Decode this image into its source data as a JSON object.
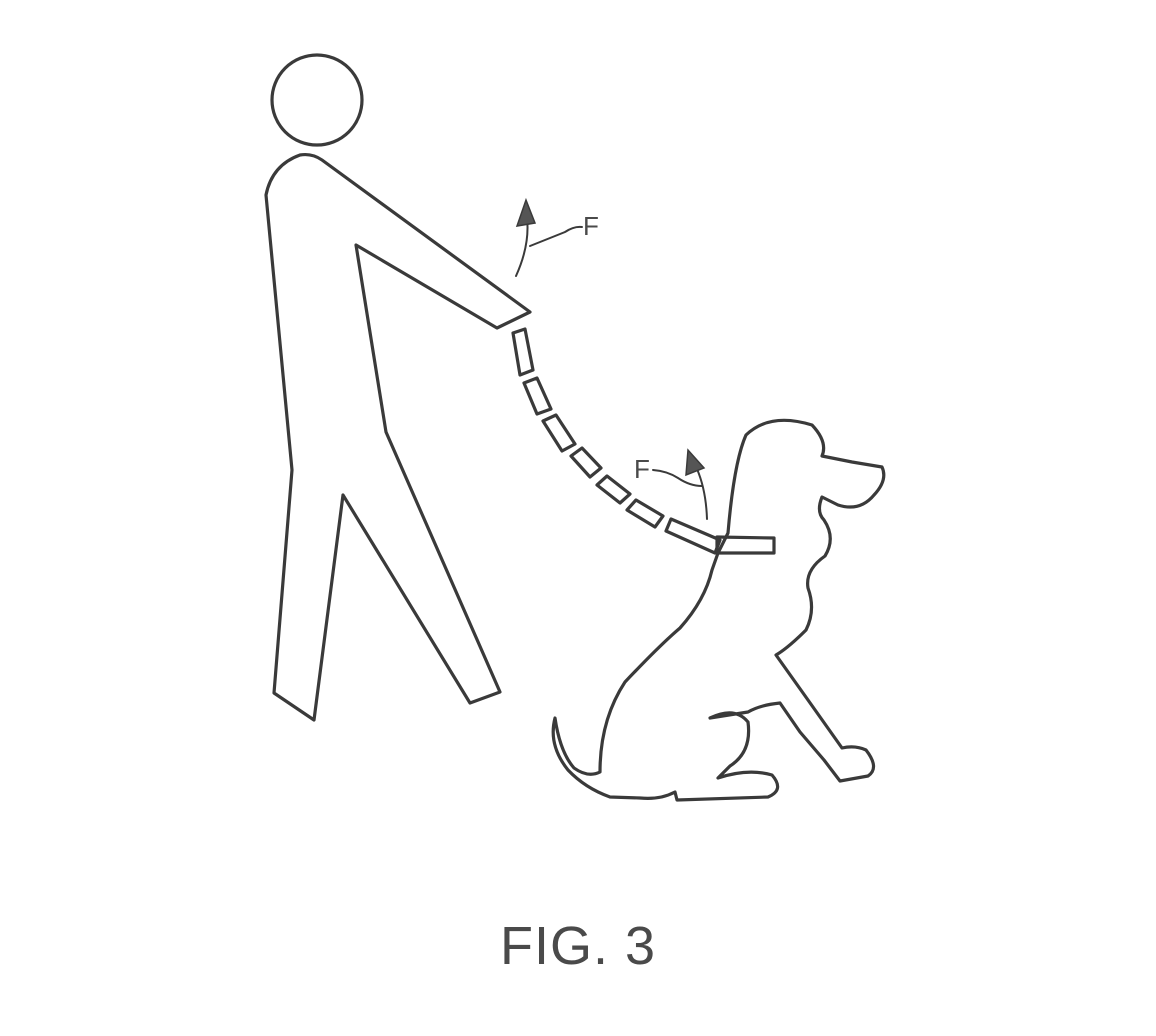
{
  "figure": {
    "caption": "FIG. 3",
    "force_label_upper": "F",
    "force_label_lower": "F"
  }
}
